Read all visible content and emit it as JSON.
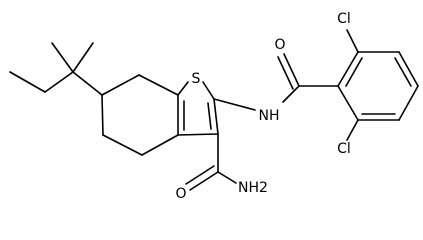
{
  "atoms": {
    "sulfur": "S",
    "amide_nitrogen": "NH",
    "benzoyl_oxygen": "O",
    "chlorine_top": "Cl",
    "chlorine_bottom": "Cl",
    "carboxamide_oxygen": "O",
    "carboxamide_nitrogen": "NH2"
  },
  "colors": {
    "bond": "#000000",
    "label": "#000000",
    "background": "#ffffff"
  }
}
